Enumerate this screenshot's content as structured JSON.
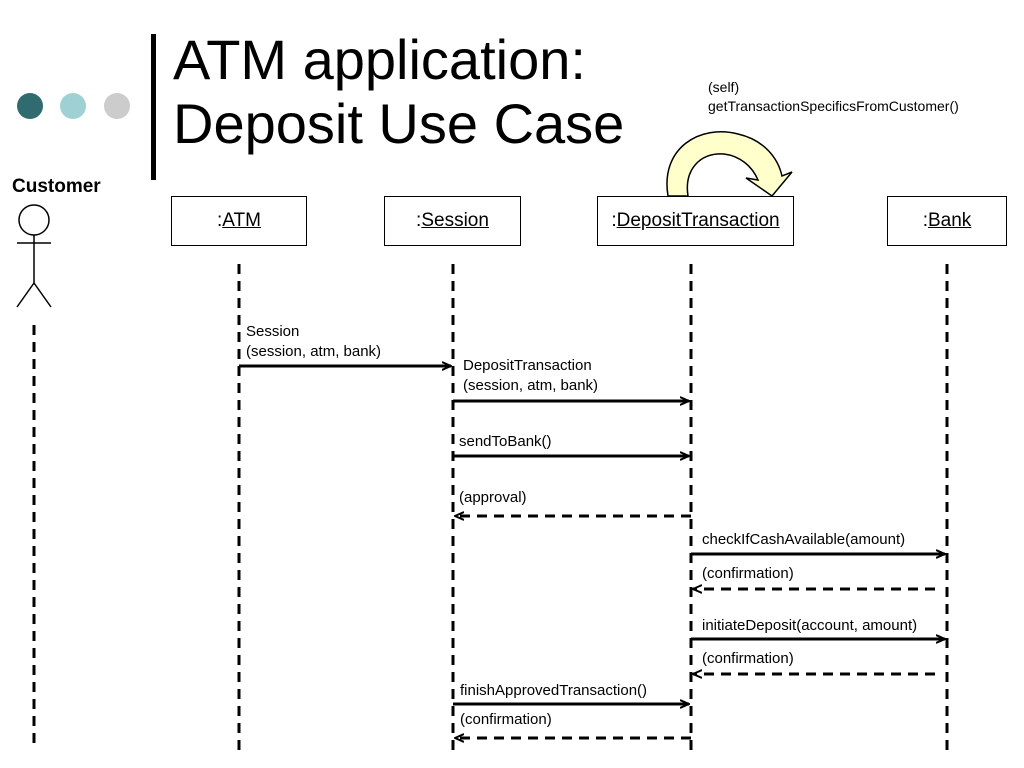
{
  "title": {
    "line1": "ATM application:",
    "line2": "Deposit Use Case"
  },
  "colors": {
    "dot1": "#2f6b6f",
    "dot2": "#9fd1d4",
    "dot3": "#cccccc",
    "self_arrow_fill": "#ffffcc"
  },
  "actor": {
    "label": "Customer"
  },
  "objects": [
    {
      "prefix": ":",
      "name": "ATM"
    },
    {
      "prefix": ":",
      "name": "Session"
    },
    {
      "prefix": ":",
      "name": "DepositTransaction"
    },
    {
      "prefix": ":",
      "name": "Bank"
    }
  ],
  "self_message": {
    "line1": "(self)",
    "line2": "getTransactionSpecificsFromCustomer()"
  },
  "messages": [
    {
      "line1": "Session",
      "line2": "(session, atm, bank)"
    },
    {
      "line1": "DepositTransaction",
      "line2": "(session, atm, bank)"
    },
    {
      "line1": "sendToBank()"
    },
    {
      "line1": "(approval)"
    },
    {
      "line1": "checkIfCashAvailable(amount)"
    },
    {
      "line1": "(confirmation)"
    },
    {
      "line1": "initiateDeposit(account, amount)"
    },
    {
      "line1": "(confirmation)"
    },
    {
      "line1": "finishApprovedTransaction()"
    },
    {
      "line1": "(confirmation)"
    }
  ]
}
